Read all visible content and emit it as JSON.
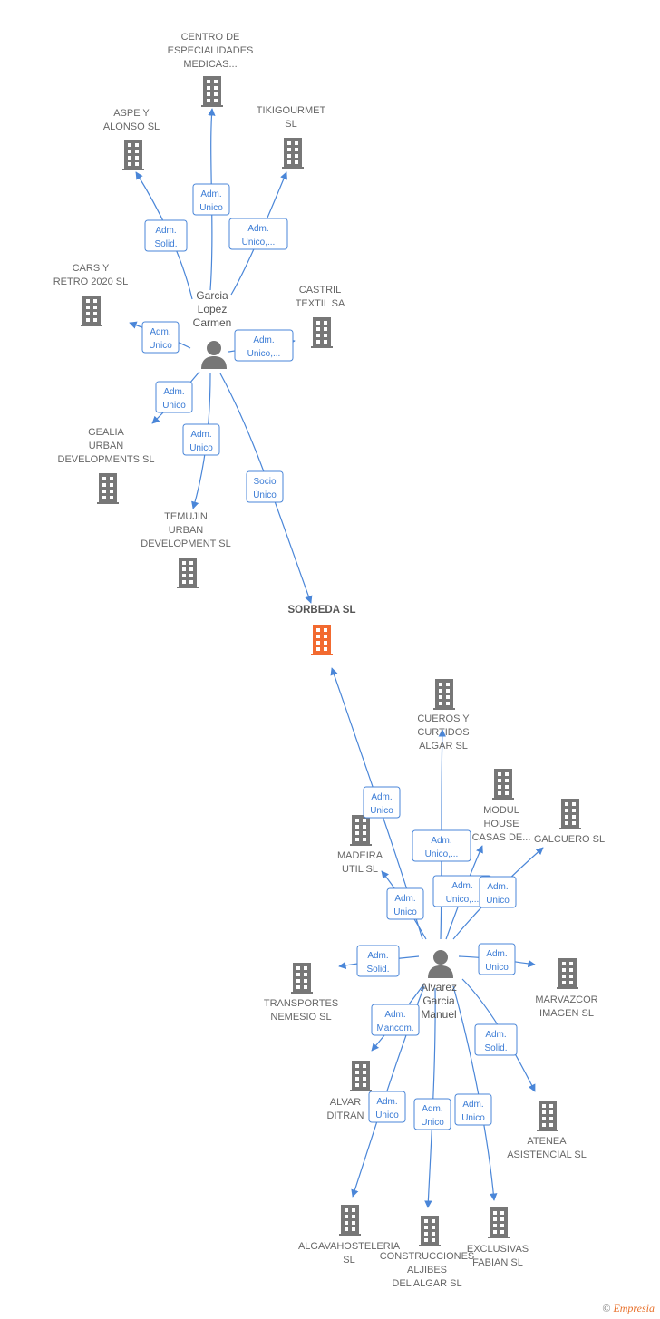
{
  "colors": {
    "edge": "#4a86d8",
    "company": "#777777",
    "focus": "#f26a30",
    "person": "#777777"
  },
  "footer": {
    "copyright": "©",
    "brand": "Empresia"
  },
  "nodes": [
    {
      "id": "centro",
      "type": "company",
      "label": [
        "CENTRO DE",
        "ESPECIALIDADES",
        "MEDICAS..."
      ]
    },
    {
      "id": "aspe",
      "type": "company",
      "label": [
        "ASPE Y",
        "ALONSO SL"
      ]
    },
    {
      "id": "tiki",
      "type": "company",
      "label": [
        "TIKIGOURMET",
        "SL"
      ]
    },
    {
      "id": "cars",
      "type": "company",
      "label": [
        "CARS Y",
        "RETRO 2020 SL"
      ]
    },
    {
      "id": "castril",
      "type": "company",
      "label": [
        "CASTRIL",
        "TEXTIL SA"
      ]
    },
    {
      "id": "garcia",
      "type": "person",
      "label": [
        "Garcia",
        "Lopez",
        "Carmen"
      ]
    },
    {
      "id": "gealia",
      "type": "company",
      "label": [
        "GEALIA",
        "URBAN",
        "DEVELOPMENTS SL"
      ]
    },
    {
      "id": "temujin",
      "type": "company",
      "label": [
        "TEMUJIN",
        "URBAN",
        "DEVELOPMENT SL"
      ]
    },
    {
      "id": "sorbeda",
      "type": "focus",
      "label": [
        "SORBEDA  SL"
      ]
    },
    {
      "id": "cueros",
      "type": "company",
      "label": [
        "CUEROS Y",
        "CURTIDOS",
        "ALGAR  SL"
      ]
    },
    {
      "id": "modul",
      "type": "company",
      "label": [
        "MODUL",
        "HOUSE",
        "CASAS DE..."
      ]
    },
    {
      "id": "galcuero",
      "type": "company",
      "label": [
        "GALCUERO SL"
      ]
    },
    {
      "id": "madeira",
      "type": "company",
      "label": [
        "MADEIRA",
        "UTIL SL"
      ]
    },
    {
      "id": "alvarez",
      "type": "person",
      "label": [
        "Alvarez",
        "Garcia",
        "Manuel"
      ]
    },
    {
      "id": "transportes",
      "type": "company",
      "label": [
        "TRANSPORTES",
        "NEMESIO  SL"
      ]
    },
    {
      "id": "marvazcor",
      "type": "company",
      "label": [
        "MARVAZCOR",
        "IMAGEN SL"
      ]
    },
    {
      "id": "alvar",
      "type": "company",
      "label": [
        "ALVAR",
        "DITRAN"
      ]
    },
    {
      "id": "atenea",
      "type": "company",
      "label": [
        "ATENEA",
        "ASISTENCIAL SL"
      ]
    },
    {
      "id": "algava",
      "type": "company",
      "label": [
        "ALGAVAHOSTELERIA",
        "SL"
      ]
    },
    {
      "id": "construcciones",
      "type": "company",
      "label": [
        "CONSTRUCCIONES",
        "ALJIBES",
        "DEL ALGAR SL"
      ]
    },
    {
      "id": "exclusivas",
      "type": "company",
      "label": [
        "EXCLUSIVAS",
        "FABIAN SL"
      ]
    }
  ],
  "edges": [
    {
      "from": "garcia",
      "to": "centro",
      "label": [
        "Adm.",
        "Unico"
      ]
    },
    {
      "from": "garcia",
      "to": "aspe",
      "label": [
        "Adm.",
        "Solid."
      ]
    },
    {
      "from": "garcia",
      "to": "tiki",
      "label": [
        "Adm.",
        "Unico,..."
      ]
    },
    {
      "from": "garcia",
      "to": "cars",
      "label": [
        "Adm.",
        "Unico"
      ]
    },
    {
      "from": "garcia",
      "to": "castril",
      "label": [
        "Adm.",
        "Unico,..."
      ]
    },
    {
      "from": "garcia",
      "to": "gealia",
      "label": [
        "Adm.",
        "Unico"
      ]
    },
    {
      "from": "garcia",
      "to": "temujin",
      "label": [
        "Adm.",
        "Unico"
      ]
    },
    {
      "from": "garcia",
      "to": "sorbeda",
      "label": [
        "Socio",
        "Único"
      ]
    },
    {
      "from": "alvarez",
      "to": "sorbeda",
      "label": [
        "Adm.",
        "Unico"
      ]
    },
    {
      "from": "alvarez",
      "to": "cueros",
      "label": [
        "Adm.",
        "Unico,..."
      ]
    },
    {
      "from": "alvarez",
      "to": "modul",
      "label": [
        "Adm.",
        "Unico,..."
      ]
    },
    {
      "from": "alvarez",
      "to": "galcuero",
      "label": [
        "Adm.",
        "Unico"
      ]
    },
    {
      "from": "alvarez",
      "to": "madeira",
      "label": [
        "Adm.",
        "Unico"
      ]
    },
    {
      "from": "alvarez",
      "to": "transportes",
      "label": [
        "Adm.",
        "Solid."
      ]
    },
    {
      "from": "alvarez",
      "to": "marvazcor",
      "label": [
        "Adm.",
        "Unico"
      ]
    },
    {
      "from": "alvarez",
      "to": "alvar",
      "label": [
        "Adm.",
        "Mancom."
      ]
    },
    {
      "from": "alvarez",
      "to": "atenea",
      "label": [
        "Adm.",
        "Solid."
      ]
    },
    {
      "from": "alvarez",
      "to": "algava",
      "label": [
        "Adm.",
        "Unico"
      ]
    },
    {
      "from": "alvarez",
      "to": "construcciones",
      "label": [
        "Adm.",
        "Unico"
      ]
    },
    {
      "from": "alvarez",
      "to": "exclusivas",
      "label": [
        "Adm.",
        "Unico"
      ]
    }
  ]
}
